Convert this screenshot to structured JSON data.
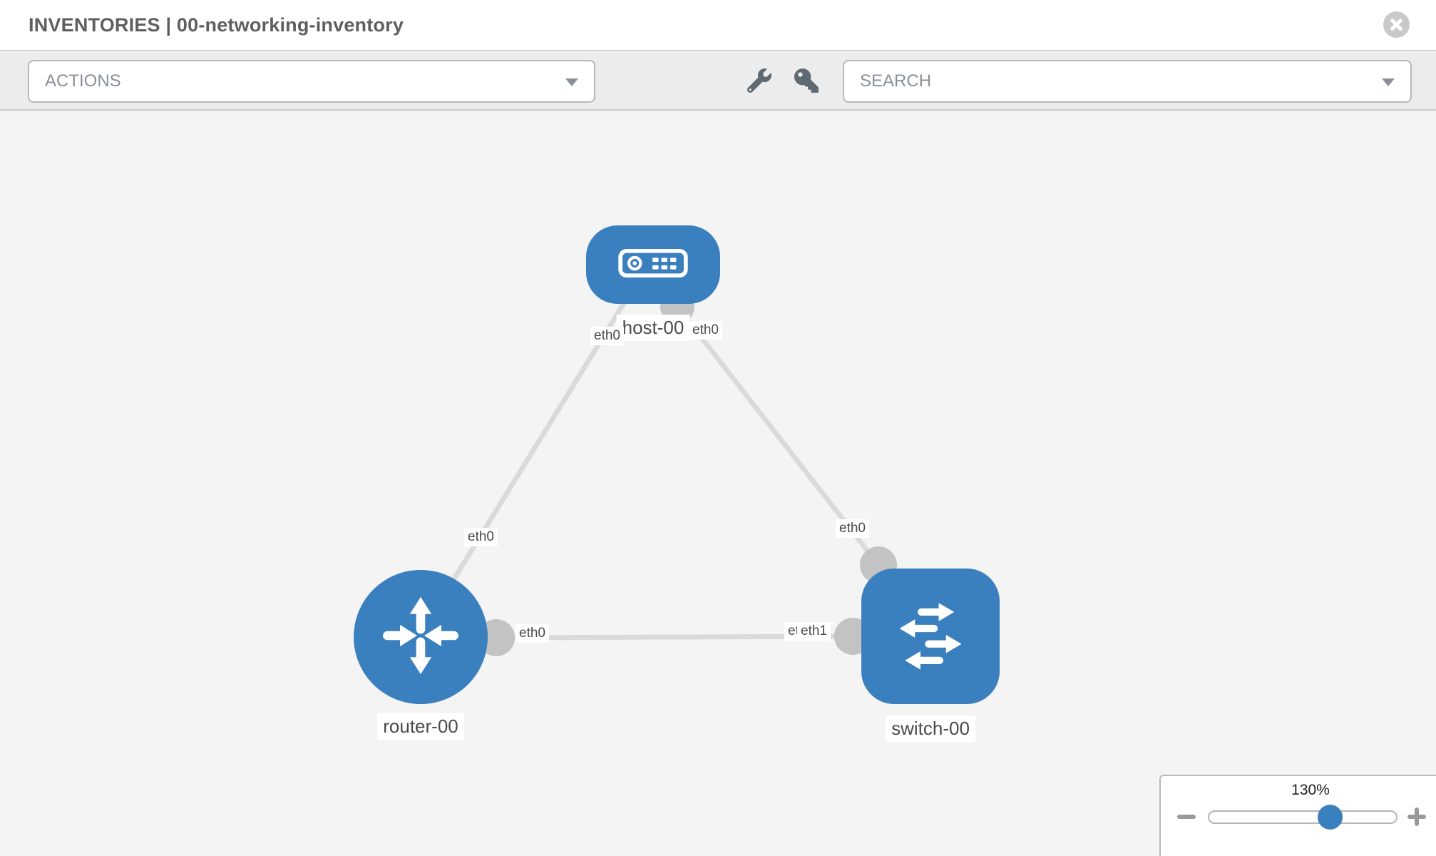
{
  "header": {
    "title": "INVENTORIES | 00-networking-inventory",
    "close_icon": "circle-x"
  },
  "toolbar": {
    "actions_label": "ACTIONS",
    "search_label": "SEARCH",
    "icons": {
      "left_tool": "wrench",
      "right_tool": "key",
      "dropdown_caret": "chevron-down"
    }
  },
  "topology": {
    "nodes": [
      {
        "id": "host-00",
        "type": "host",
        "label": "host-00",
        "icon": "host-server-icon"
      },
      {
        "id": "router-00",
        "type": "router",
        "label": "router-00",
        "icon": "router-arrows-icon"
      },
      {
        "id": "switch-00",
        "type": "switch",
        "label": "switch-00",
        "icon": "switch-arrows-icon"
      }
    ],
    "links": [
      {
        "source": "host-00",
        "source_interface": "eth0",
        "target": "router-00",
        "target_interface": "eth0"
      },
      {
        "source": "host-00",
        "source_interface": "eth0",
        "target": "switch-00",
        "target_interface": "eth0"
      },
      {
        "source": "router-00",
        "source_interface": "eth0",
        "target": "switch-00",
        "target_interface": "eth1"
      }
    ],
    "overlapped_interface_label": "eth0"
  },
  "zoom_control": {
    "value": "130%",
    "zoom_out_icon": "minus",
    "zoom_in_icon": "plus",
    "slider_position_percent": 62
  },
  "colors": {
    "node_blue": "#3a7fbe",
    "link_gray": "#dadada",
    "connector_gray": "#c3c3c3",
    "toolbar_bg": "#ececec",
    "canvas_bg": "#f4f4f4",
    "muted_text": "#8a8f99",
    "title_text": "#5f5f5f"
  }
}
